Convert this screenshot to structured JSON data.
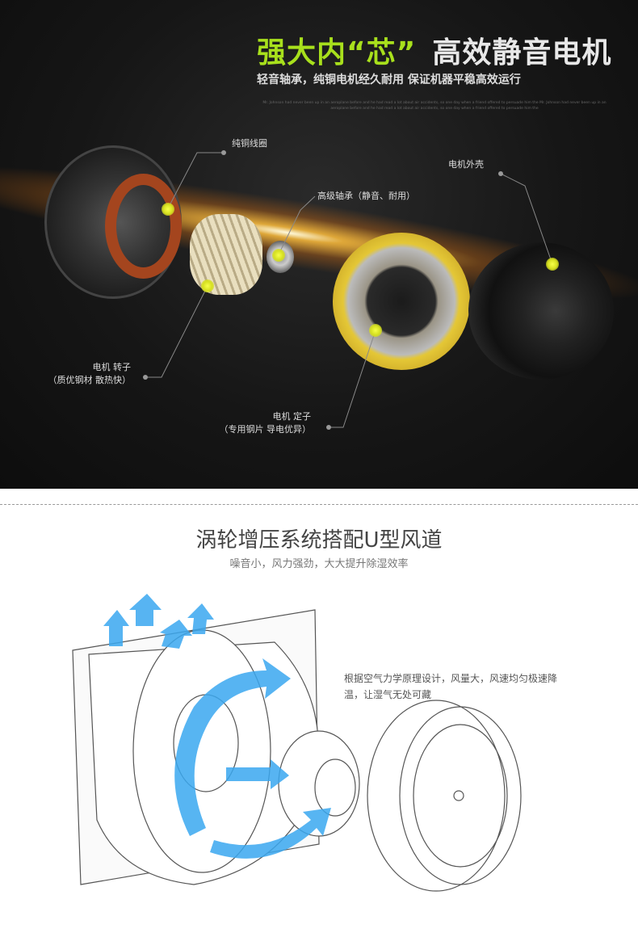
{
  "motor_section": {
    "title_highlight": "强大内“芯”",
    "title_rest": "高效静音电机",
    "subtitle": "轻音轴承，纯铜电机经久耐用 保证机器平稳高效运行",
    "english_text": "Mr. Johnson had never been up in an aeroplane before and he had read a lot about air accidents, so one day when a friend offered to persuade him the Mr. Johnson had never been up in an aeroplane before and he had read a lot about air accidents, so one day when a friend offered to persuade him the",
    "labels": {
      "copper_coil": "纯铜线圈",
      "bearing": "高级轴承（静音、耐用）",
      "housing": "电机外壳",
      "rotor_1": "电机 转子",
      "rotor_2": "（质优钢材 散热快）",
      "stator_1": "电机 定子",
      "stator_2": "（专用钢片 导电优异）"
    },
    "colors": {
      "highlight": "#a8e01c",
      "background": "#161616"
    }
  },
  "airflow_section": {
    "title": "涡轮增压系统搭配U型风道",
    "subtitle": "噪音小，风力强劲，大大提升除湿效率",
    "description": "根据空气力学原理设计，风量大，风速均匀极速降温，让湿气无处可藏",
    "colors": {
      "arrow": "#3aa8f0"
    }
  }
}
